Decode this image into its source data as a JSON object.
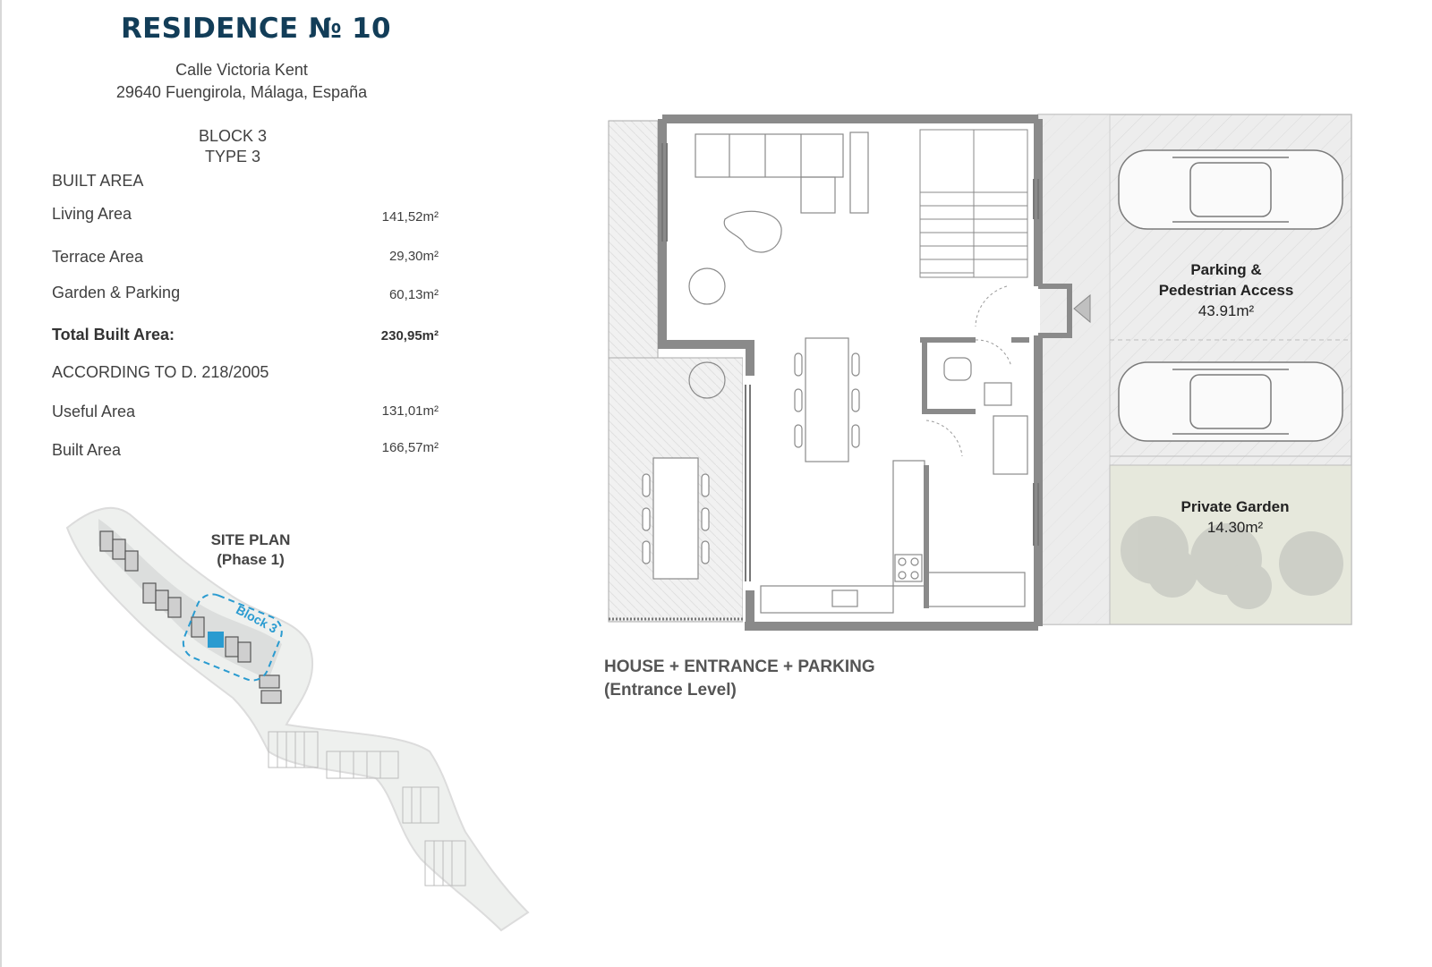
{
  "header": {
    "title": "RESIDENCE № 10",
    "address_line1": "Calle Victoria Kent",
    "address_line2": "29640 Fuengirola, Málaga, España",
    "block": "BLOCK 3",
    "type": "TYPE 3"
  },
  "areas": {
    "section_built": "BUILT AREA",
    "rows": [
      {
        "label": "Living Area",
        "value": "141,52m²"
      },
      {
        "label": "Terrace Area",
        "value": "29,30m²"
      },
      {
        "label": "Garden & Parking",
        "value": "60,13m²"
      },
      {
        "label": "Total Built Area:",
        "value": "230,95m²"
      }
    ],
    "section_decree": "ACCORDING TO D. 218/2005",
    "decree_rows": [
      {
        "label": "Useful Area",
        "value": "131,01m²"
      },
      {
        "label": "Built Area",
        "value": "166,57m²"
      }
    ]
  },
  "site_plan": {
    "title": "SITE PLAN",
    "subtitle": "(Phase 1)",
    "block_label": "Block 3"
  },
  "floor_plan": {
    "caption_line1": "HOUSE + ENTRANCE + PARKING",
    "caption_line2": "(Entrance Level)",
    "parking_label_1": "Parking &",
    "parking_label_2": "Pedestrian Access",
    "parking_area": "43.91m²",
    "garden_label": "Private Garden",
    "garden_area": "14.30m²"
  },
  "colors": {
    "title": "#123d58",
    "accent_blue": "#2a9bd0",
    "wall": "#8a8a8a",
    "garden": "#e6e8dc",
    "paving": "#ececec"
  }
}
